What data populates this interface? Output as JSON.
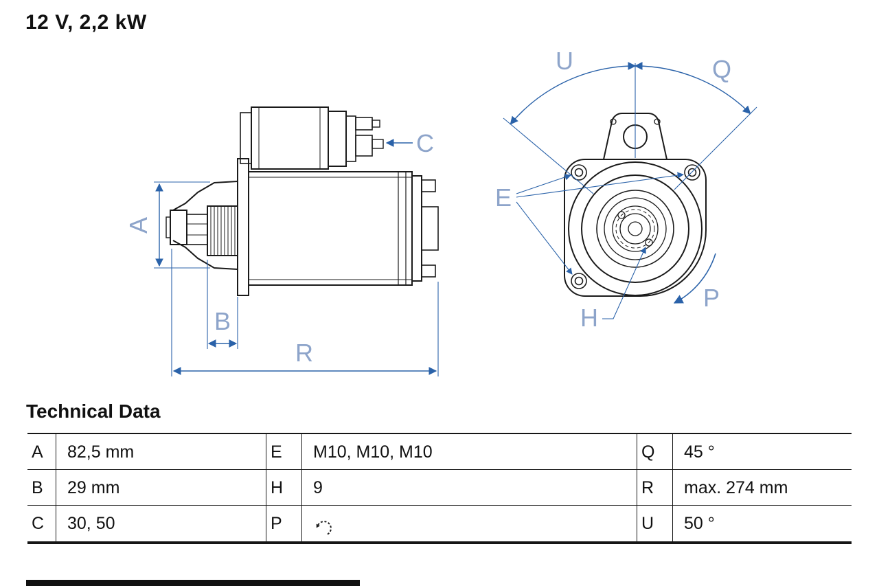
{
  "title": "12 V, 2,2 kW",
  "drawing": {
    "labels": {
      "A": "A",
      "B": "B",
      "C": "C",
      "R": "R",
      "U": "U",
      "Q": "Q",
      "E": "E",
      "H": "H",
      "P": "P"
    },
    "colors": {
      "outline": "#1a1a1a",
      "dimension": "#2a62a9",
      "label": "#8da4ca"
    },
    "icons": {
      "p_table_icon": "rotation-direction-icon"
    }
  },
  "technical_data": {
    "heading": "Technical Data",
    "rows": [
      {
        "c1": {
          "key": "A",
          "value": "82,5 mm"
        },
        "c2": {
          "key": "E",
          "value": "M10, M10, M10"
        },
        "c3": {
          "key": "Q",
          "value": "45 °"
        }
      },
      {
        "c1": {
          "key": "B",
          "value": "29 mm"
        },
        "c2": {
          "key": "H",
          "value": "9"
        },
        "c3": {
          "key": "R",
          "value": "max. 274 mm"
        }
      },
      {
        "c1": {
          "key": "C",
          "value": "30, 50"
        },
        "c2": {
          "key": "P",
          "value": "",
          "icon": "rotation-direction-icon"
        },
        "c3": {
          "key": "U",
          "value": "50 °"
        }
      }
    ]
  }
}
